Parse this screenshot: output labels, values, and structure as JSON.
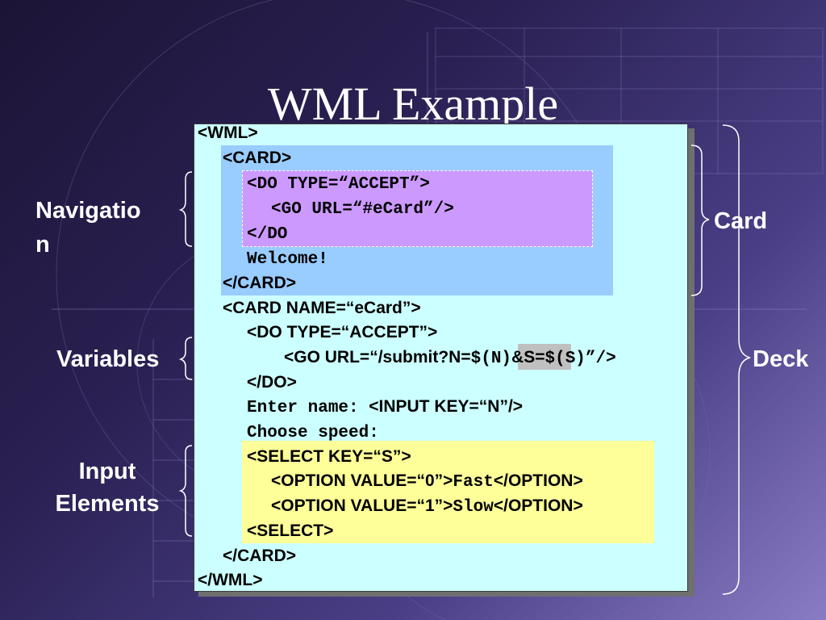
{
  "slide": {
    "title": "WML Example"
  },
  "code_lines": [
    {
      "parts": [
        {
          "t": "<WML>",
          "f": "sans"
        }
      ]
    },
    {
      "parts": [
        {
          "t": "<CARD>",
          "f": "sans"
        }
      ]
    },
    {
      "parts": [
        {
          "t": "<DO TYPE=“ACCEPT”>",
          "f": "mono"
        }
      ]
    },
    {
      "parts": [
        {
          "t": "<GO URL=“#eCard”/>",
          "f": "mono"
        }
      ]
    },
    {
      "parts": [
        {
          "t": "</DO",
          "f": "mono"
        }
      ]
    },
    {
      "parts": [
        {
          "t": "Welcome!",
          "f": "mono"
        }
      ]
    },
    {
      "parts": [
        {
          "t": "</CARD>",
          "f": "sans"
        }
      ]
    },
    {
      "parts": [
        {
          "t": "<CARD NAME=“eCard”>",
          "f": "sans"
        }
      ]
    },
    {
      "parts": [
        {
          "t": "<DO TYPE=“ACCEPT”>",
          "f": "sans"
        }
      ]
    },
    {
      "parts": [
        {
          "t": "<GO URL=“/submit?N=",
          "f": "sans"
        },
        {
          "t": "$(N)",
          "f": "mono"
        },
        {
          "t": "&S=",
          "f": "sans"
        },
        {
          "t": "$(S)”/>",
          "f": "mono"
        }
      ]
    },
    {
      "parts": [
        {
          "t": "</DO>",
          "f": "sans"
        }
      ]
    },
    {
      "parts": [
        {
          "t": "Enter name: ",
          "f": "mono"
        },
        {
          "t": "<INPUT KEY=“N”/>",
          "f": "sans"
        }
      ]
    },
    {
      "parts": [
        {
          "t": "Choose speed:",
          "f": "mono"
        }
      ]
    },
    {
      "parts": [
        {
          "t": "<SELECT KEY=“S”>",
          "f": "sans"
        }
      ]
    },
    {
      "parts": [
        {
          "t": "<OPTION VALUE=“0”>",
          "f": "sans"
        },
        {
          "t": "Fast",
          "f": "mono"
        },
        {
          "t": "</OPTION>",
          "f": "sans"
        }
      ]
    },
    {
      "parts": [
        {
          "t": "<OPTION VALUE=“1”>",
          "f": "sans"
        },
        {
          "t": "Slow",
          "f": "mono"
        },
        {
          "t": "</OPTION>",
          "f": "sans"
        }
      ]
    },
    {
      "parts": [
        {
          "t": "<SELECT>",
          "f": "sans"
        }
      ]
    },
    {
      "parts": [
        {
          "t": "</CARD>",
          "f": "sans"
        }
      ]
    },
    {
      "parts": [
        {
          "t": "</WML>",
          "f": "sans"
        }
      ]
    }
  ],
  "labels": {
    "navigation": "Navigatio\nn",
    "variables": "Variables",
    "input_elements": "Input\nElements",
    "card": "Card",
    "deck": "Deck"
  },
  "colors": {
    "background": "#2a2052",
    "code_background": "#ccffff",
    "card_highlight": "#99ccff",
    "navigation_highlight": "#cc99ff",
    "variable_highlight": "#c0c0c0",
    "input_highlight": "#ffff99"
  }
}
